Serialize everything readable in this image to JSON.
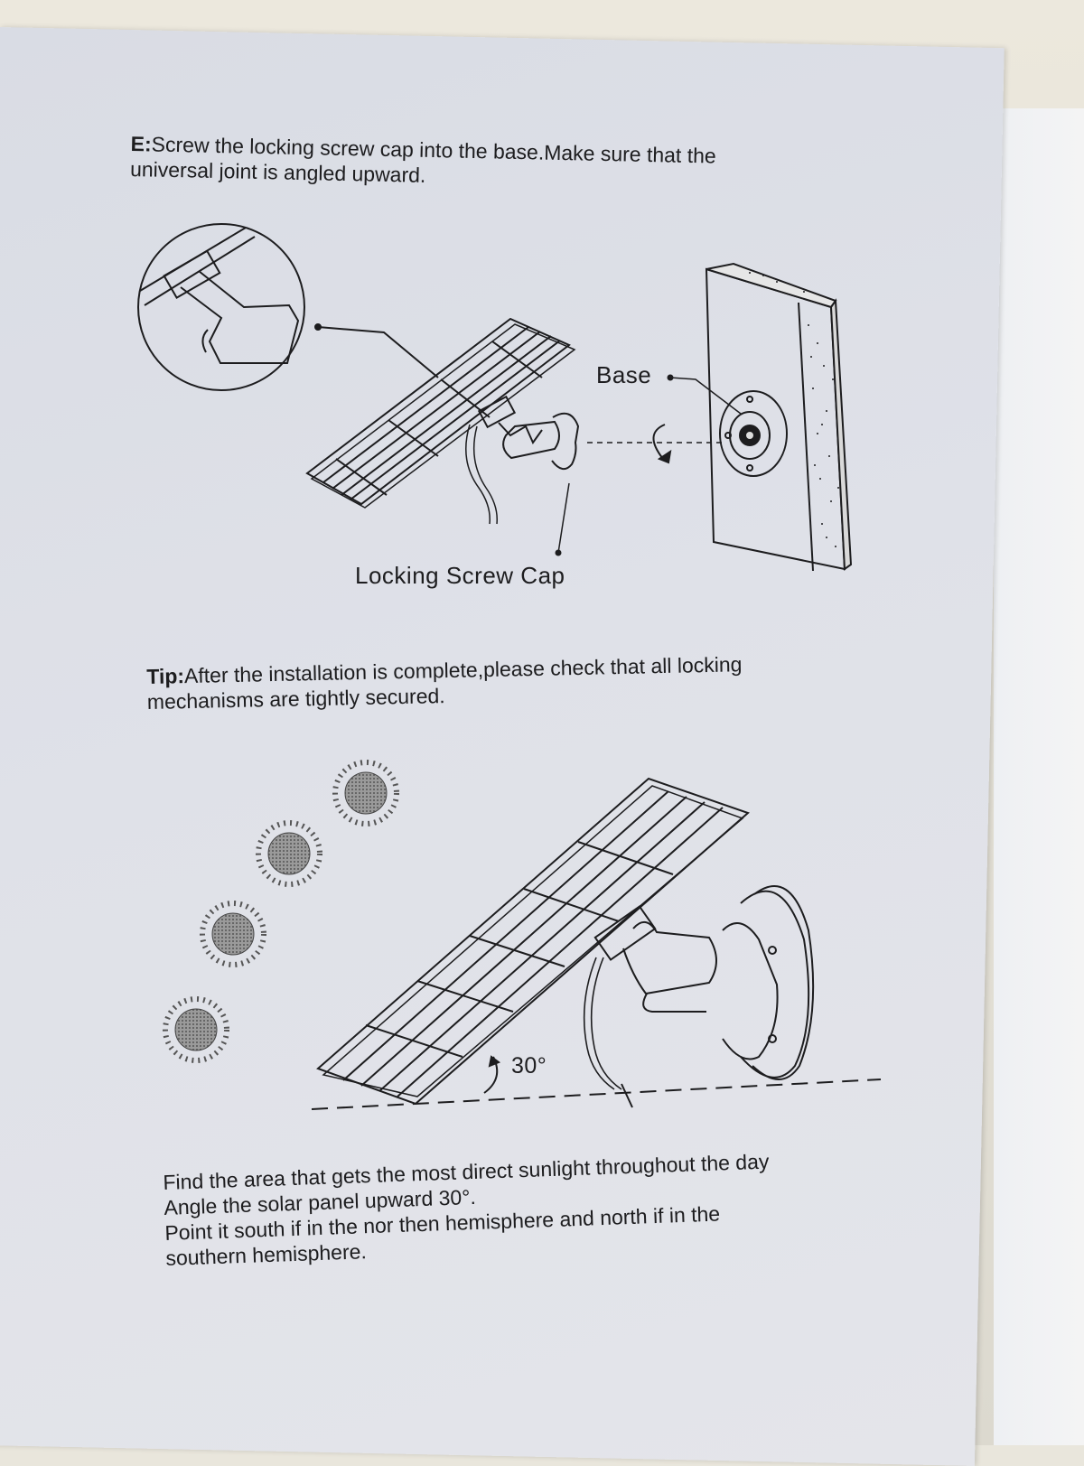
{
  "step_e": {
    "prefix": "E:",
    "line1": "Screw the locking screw cap into the base.Make sure that the",
    "line2": "universal joint is angled upward."
  },
  "diagram_top": {
    "label_base": "Base",
    "label_cap": "Locking Screw Cap"
  },
  "tip": {
    "prefix": "Tip:",
    "line1": "After the installation is complete,please check that all locking",
    "line2": "mechanisms are tightly secured."
  },
  "diagram_bottom": {
    "angle_label": "30°"
  },
  "instructions": {
    "line1": "Find the area that gets the most direct sunlight throughout the day",
    "line2": "Angle the solar panel upward 30°.",
    "line3": "Point it south if in the nor then hemisphere and north if in the",
    "line4": "southern hemisphere."
  }
}
